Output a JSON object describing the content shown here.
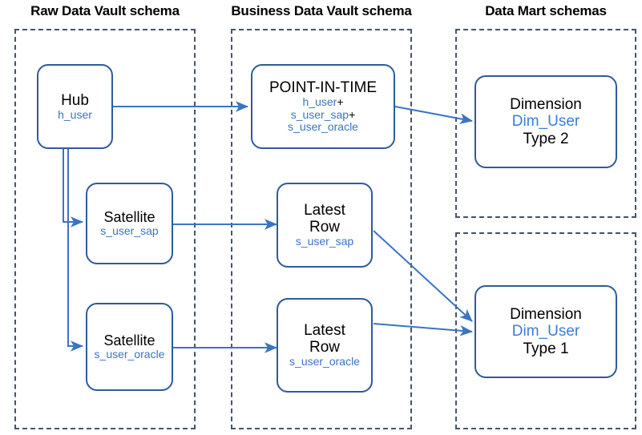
{
  "columns": [
    {
      "title": "Raw Data Vault schema"
    },
    {
      "title": "Business Data Vault schema"
    },
    {
      "title": "Data Mart schemas"
    }
  ],
  "nodes": {
    "hub": {
      "title": "Hub",
      "sub": "h_user"
    },
    "pit": {
      "title": "POINT-IN-TIME",
      "line1": "h_user",
      "plus1": "+",
      "line2": "s_user_sap",
      "plus2": "+",
      "line3": "s_user_oracle"
    },
    "dim_type2": {
      "title": "Dimension",
      "name": "Dim_User",
      "type": "Type 2"
    },
    "sat_sap": {
      "title": "Satellite",
      "sub": "s_user_sap"
    },
    "sat_oracle": {
      "title": "Satellite",
      "sub": "s_user_oracle"
    },
    "latest_sap": {
      "line1": "Latest",
      "line2": "Row",
      "sub": "s_user_sap"
    },
    "latest_oracle": {
      "line1": "Latest",
      "line2": "Row",
      "sub": "s_user_oracle"
    },
    "dim_type1": {
      "title": "Dimension",
      "name": "Dim_User",
      "type": "Type 1"
    }
  },
  "colors": {
    "node_border": "#2e5b9a",
    "zone_border": "#46546b",
    "arrow": "#3b74c4",
    "sub_text": "#3b74c4",
    "dim_name": "#3b7dd8",
    "text": "#000000"
  }
}
